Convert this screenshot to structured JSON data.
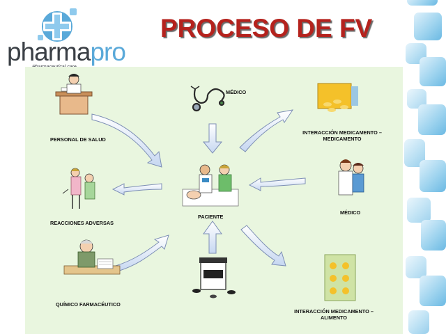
{
  "logo": {
    "brand_a": "pharma",
    "brand_b": "pro",
    "tagline": "Pharmaceutical care"
  },
  "slide": {
    "title": "PROCESO DE FV"
  },
  "diagram": {
    "center": "PACIENTE",
    "nodes": {
      "medico_top": "MÉDICO",
      "personal_salud": "PERSONAL DE SALUD",
      "interaccion_med_med": "INTERACCIÓN MEDICAMENTO – MEDICAMENTO",
      "medico_right": "MÉDICO",
      "reacciones_adversas": "REACCIONES ADVERSAS",
      "quimico_farmaceutico": "QUÍMICO FARMACÉUTICO",
      "interaccion_med_alim": "INTERACCIÓN MEDICAMENTO – ALIMENTO"
    }
  },
  "colors": {
    "title": "#b5221d",
    "diagram_bg": "#e9f6df",
    "arrow_fill": "#d9e6f7",
    "arrow_stroke": "#7d8fb5",
    "accent": "#5aa9d9"
  }
}
